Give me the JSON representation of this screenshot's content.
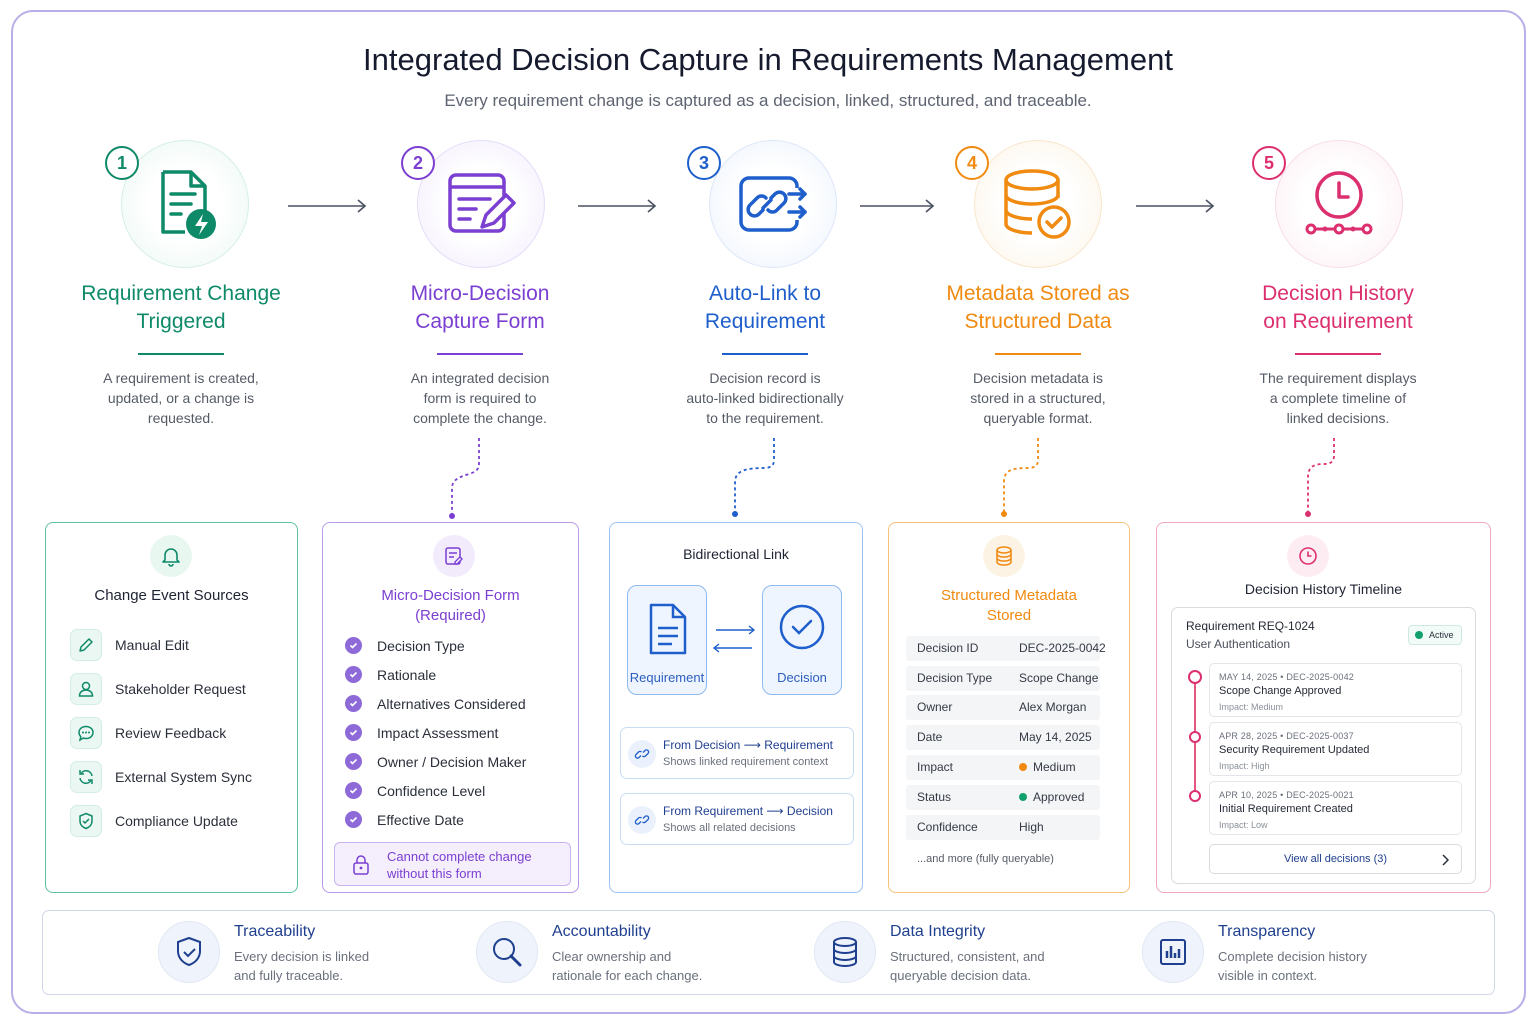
{
  "header": {
    "title": "Integrated Decision Capture in Requirements Management",
    "subtitle": "Every requirement change is captured as a decision, linked, structured, and traceable."
  },
  "steps": [
    {
      "number": "1",
      "title_l1": "Requirement Change",
      "title_l2": "Triggered",
      "desc_l1": "A requirement is created,",
      "desc_l2": "updated, or a change is",
      "desc_l3": "requested.",
      "color": "#0f8a68"
    },
    {
      "number": "2",
      "title_l1": "Micro-Decision",
      "title_l2": "Capture Form",
      "desc_l1": "An integrated decision",
      "desc_l2": "form is required to",
      "desc_l3": "complete the change.",
      "color": "#7b3fd1"
    },
    {
      "number": "3",
      "title_l1": "Auto-Link to",
      "title_l2": "Requirement",
      "desc_l1": "Decision record is",
      "desc_l2": "auto-linked bidirectionally",
      "desc_l3": "to the requirement.",
      "color": "#1f5fcc"
    },
    {
      "number": "4",
      "title_l1": "Metadata Stored as",
      "title_l2": "Structured Data",
      "desc_l1": "Decision metadata is",
      "desc_l2": "stored in a structured,",
      "desc_l3": "queryable format.",
      "color": "#f08a10"
    },
    {
      "number": "5",
      "title_l1": "Decision History",
      "title_l2": "on Requirement",
      "desc_l1": "The requirement displays",
      "desc_l2": "a complete timeline of",
      "desc_l3": "linked decisions.",
      "color": "#dc2f6f"
    }
  ],
  "sources": {
    "title": "Change Event Sources",
    "items": [
      "Manual Edit",
      "Stakeholder Request",
      "Review Feedback",
      "External System Sync",
      "Compliance Update"
    ]
  },
  "form": {
    "title_l1": "Micro-Decision Form",
    "title_l2": "(Required)",
    "fields": [
      "Decision Type",
      "Rationale",
      "Alternatives Considered",
      "Impact Assessment",
      "Owner / Decision Maker",
      "Confidence Level",
      "Effective Date"
    ],
    "lock_l1": "Cannot complete change",
    "lock_l2": "without this form"
  },
  "link": {
    "title": "Bidirectional Link",
    "left_label": "Requirement",
    "right_label": "Decision",
    "row1": {
      "from": "From Decision",
      "arrow": "⟶",
      "to": "Requirement",
      "desc": "Shows linked requirement context"
    },
    "row2": {
      "from": "From Requirement",
      "arrow": "⟶",
      "to": "Decision",
      "desc": "Shows all related decisions"
    }
  },
  "metadata": {
    "title_l1": "Structured Metadata",
    "title_l2": "Stored",
    "rows": [
      {
        "key": "Decision ID",
        "value": "DEC-2025-0042"
      },
      {
        "key": "Decision Type",
        "value": "Scope Change"
      },
      {
        "key": "Owner",
        "value": "Alex Morgan"
      },
      {
        "key": "Date",
        "value": "May 14, 2025"
      },
      {
        "key": "Impact",
        "value": "Medium",
        "dot": "#f08a10"
      },
      {
        "key": "Status",
        "value": "Approved",
        "dot": "#12a06c"
      },
      {
        "key": "Confidence",
        "value": "High"
      }
    ],
    "more": "...and more (fully queryable)"
  },
  "history": {
    "title": "Decision History Timeline",
    "req_id": "Requirement REQ-1024",
    "req_name": "User Authentication",
    "status": "Active",
    "items": [
      {
        "date": "MAY 14, 2025 • DEC-2025-0042",
        "title": "Scope Change Approved",
        "impact": "Impact: Medium"
      },
      {
        "date": "APR 28, 2025 • DEC-2025-0037",
        "title": "Security Requirement Updated",
        "impact": "Impact: High"
      },
      {
        "date": "APR 10, 2025 • DEC-2025-0021",
        "title": "Initial Requirement Created",
        "impact": "Impact: Low"
      }
    ],
    "view_all": "View all decisions (3)"
  },
  "features": [
    {
      "title": "Traceability",
      "desc_l1": "Every decision is linked",
      "desc_l2": "and fully traceable.",
      "icon": "shield-check-icon"
    },
    {
      "title": "Accountability",
      "desc_l1": "Clear ownership and",
      "desc_l2": "rationale for each change.",
      "icon": "magnifier-icon"
    },
    {
      "title": "Data Integrity",
      "desc_l1": "Structured, consistent, and",
      "desc_l2": "queryable decision data.",
      "icon": "database-icon"
    },
    {
      "title": "Transparency",
      "desc_l1": "Complete decision history",
      "desc_l2": "visible in context.",
      "icon": "bar-chart-icon"
    }
  ]
}
